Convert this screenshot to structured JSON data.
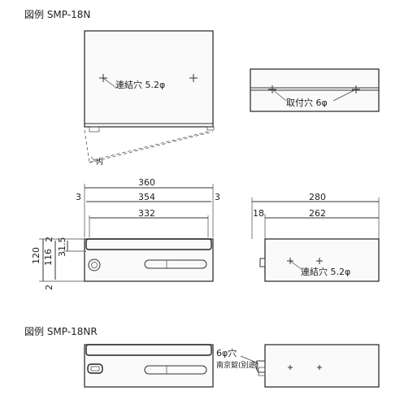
{
  "figure1": {
    "title": "図例 SMP-18N"
  },
  "figure2": {
    "title": "図例 SMP-18NR"
  },
  "callouts": {
    "front_hole": "連結穴 5.2φ",
    "side_hole": "連結穴 5.2φ",
    "mount_hole": "取付穴 6φ",
    "hinge_note": "内",
    "nr_hole": "6φ穴",
    "nr_lock": "南京錠(別途)"
  },
  "dims": {
    "width_total": "360",
    "width_inner": "354",
    "side_left": "3",
    "side_right": "3",
    "slot_width": "332",
    "depth_total": "280",
    "depth_inner": "262",
    "depth_offset": "18",
    "height_total": "120",
    "height_body": "116",
    "height_top": "2",
    "height_bottom": "2",
    "slot_height": "31.5"
  }
}
